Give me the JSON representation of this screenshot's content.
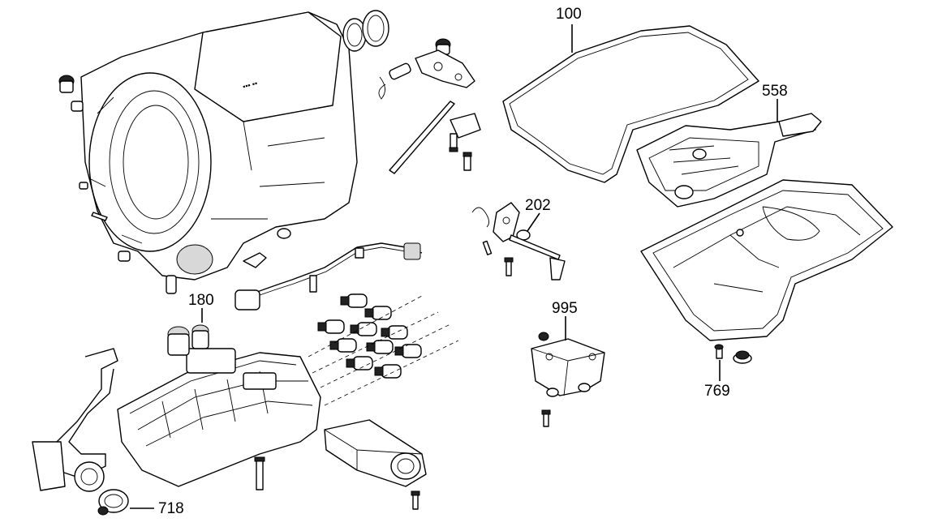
{
  "diagram": {
    "callouts": [
      {
        "id": "c100",
        "label": "100"
      },
      {
        "id": "c558",
        "label": "558"
      },
      {
        "id": "c202",
        "label": "202"
      },
      {
        "id": "c180",
        "label": "180"
      },
      {
        "id": "c995",
        "label": "995"
      },
      {
        "id": "c769",
        "label": "769"
      },
      {
        "id": "c718",
        "label": "718"
      }
    ]
  }
}
